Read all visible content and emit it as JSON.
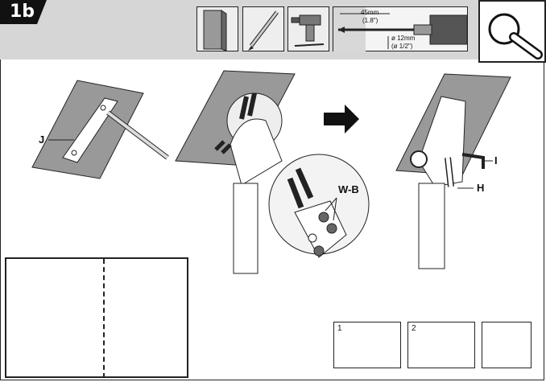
{
  "step": {
    "badge": "1b"
  },
  "tools": {
    "drill_depth": "45mm",
    "drill_depth_inch": "(1.8\")",
    "drill_bit_size": "ø 12mm",
    "drill_bit_size_inch": "(ø 1/2\")"
  },
  "callouts": {
    "J": "J",
    "WB": "W-B",
    "I": "I",
    "H": "H"
  },
  "prep_steps": [
    "1",
    "2"
  ],
  "icons": [
    "wall-board-icon",
    "pencil-icon",
    "drill-icon",
    "drill-bit-icon",
    "wrench-icon",
    "arrow-right-icon"
  ]
}
